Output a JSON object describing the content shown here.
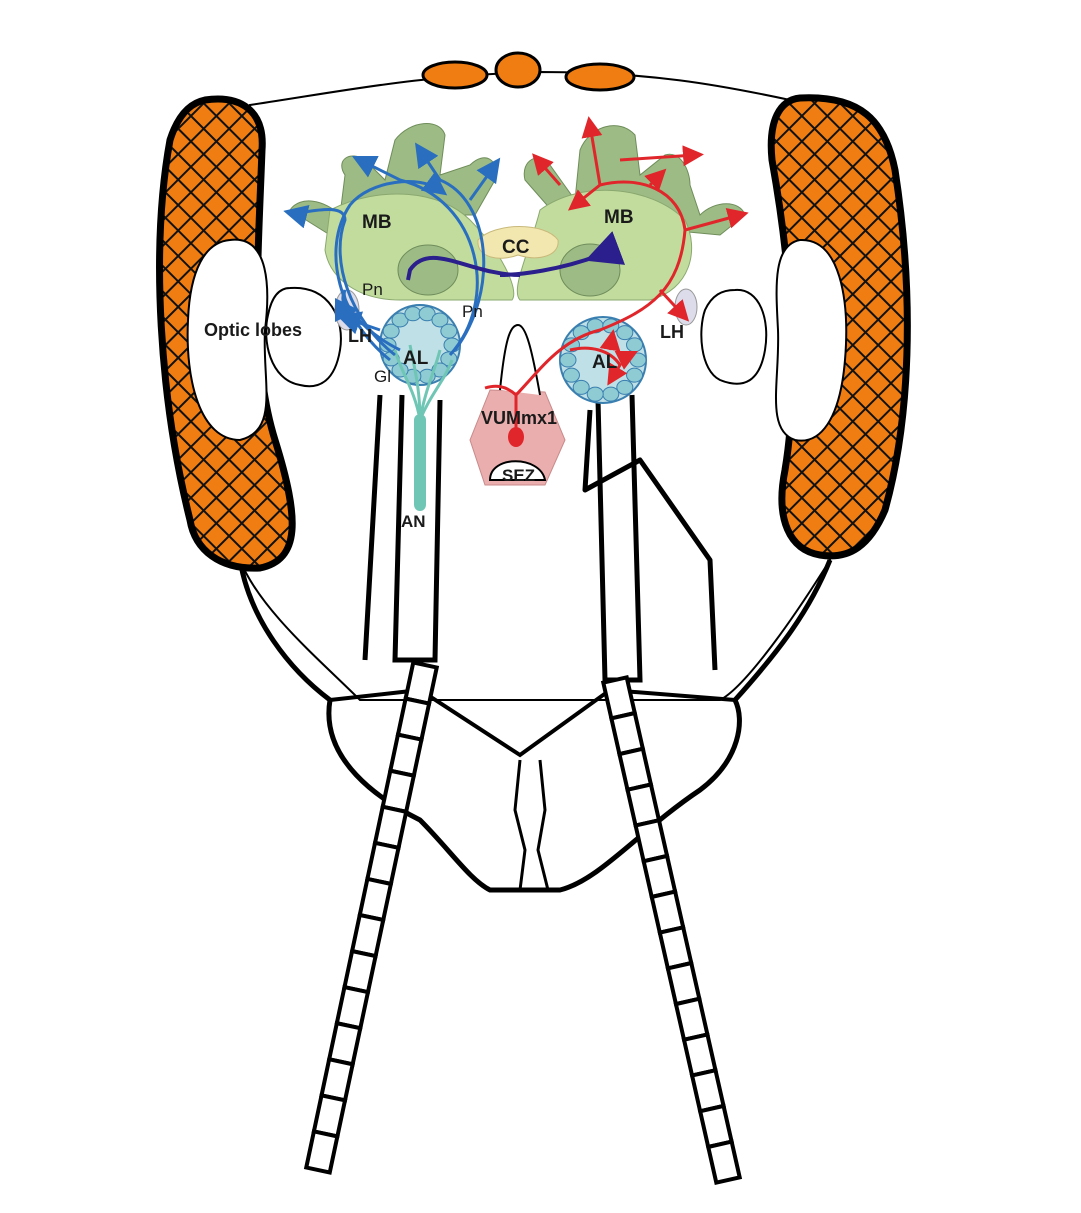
{
  "labels": {
    "mb_left": "MB",
    "mb_right": "MB",
    "cc": "CC",
    "pn_upper": "Pn",
    "pn_lower": "Pn",
    "lh_left": "LH",
    "lh_right": "LH",
    "optic_lobes": "Optic lobes",
    "al_left": "AL",
    "al_right": "AL",
    "gl": "Gl",
    "vummx1": "VUMmx1",
    "sez": "SEZ",
    "an": "AN"
  },
  "colors": {
    "eye_orange": "#f07d12",
    "mushroom_body": "#c2dc9e",
    "calyx_green": "#9dbb85",
    "central_complex": "#f3e7b0",
    "antennal_lobe": "#bfe0e6",
    "glomerulus": "#8fcbd3",
    "sez_pink": "#eaaeae",
    "olfactory_pathway_blue": "#2a6fbf",
    "vum_red": "#e0262b",
    "antennal_nerve": "#6fc6b5",
    "feedback_navy": "#2a1f8c"
  }
}
